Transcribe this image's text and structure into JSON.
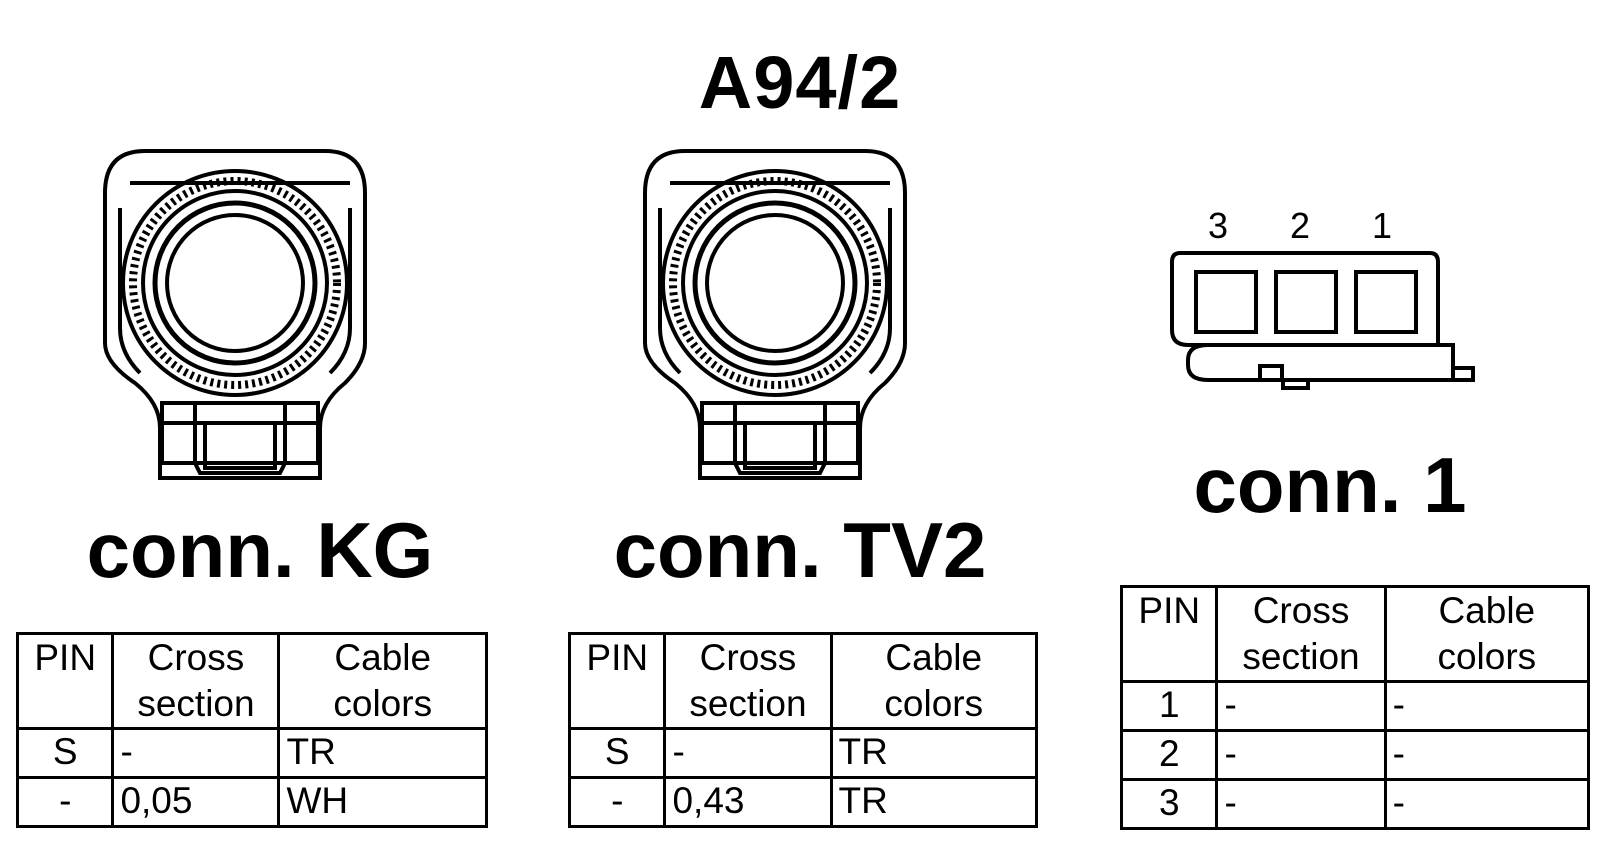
{
  "title": "A94/2",
  "connectors": [
    {
      "label": "conn. KG",
      "table": {
        "headers": [
          "PIN",
          "Cross section",
          "Cable colors"
        ],
        "rows": [
          [
            "S",
            "-",
            "TR"
          ],
          [
            "-",
            "0,05",
            "WH"
          ]
        ]
      }
    },
    {
      "label": "conn. TV2",
      "table": {
        "headers": [
          "PIN",
          "Cross section",
          "Cable colors"
        ],
        "rows": [
          [
            "S",
            "-",
            "TR"
          ],
          [
            "-",
            "0,43",
            "TR"
          ]
        ]
      }
    },
    {
      "label": "conn. 1",
      "pin_numbers": [
        "3",
        "2",
        "1"
      ],
      "table": {
        "headers": [
          "PIN",
          "Cross section",
          "Cable colors"
        ],
        "rows": [
          [
            "1",
            "-",
            "-"
          ],
          [
            "2",
            "-",
            "-"
          ],
          [
            "3",
            "-",
            "-"
          ]
        ]
      }
    }
  ],
  "colors": {
    "line": "#000000",
    "background": "#ffffff"
  }
}
